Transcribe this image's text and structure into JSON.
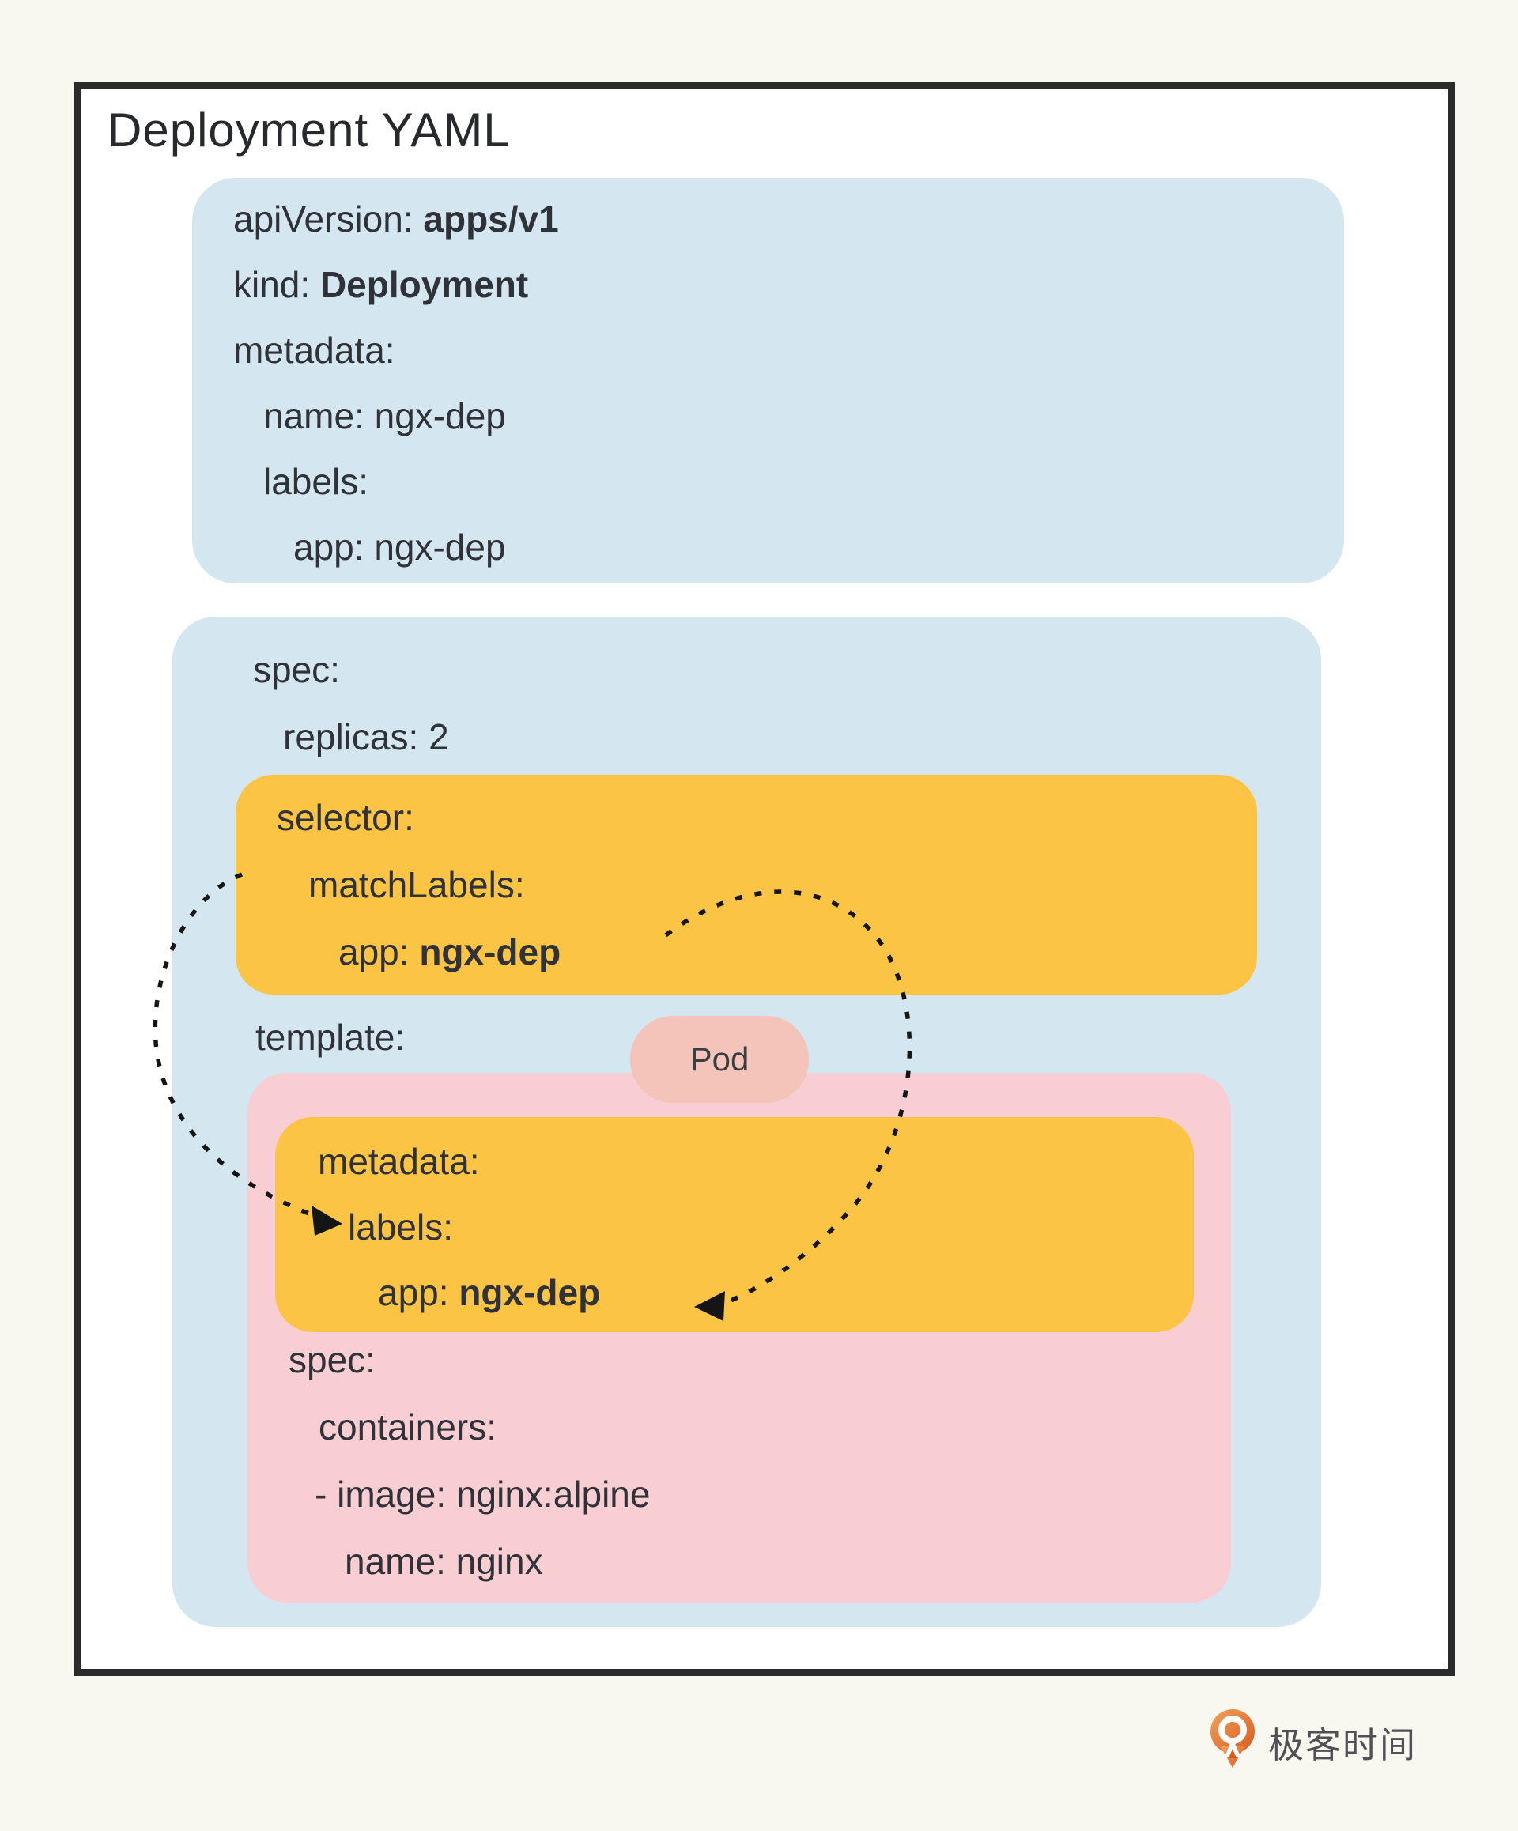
{
  "title": "Deployment YAML",
  "colors": {
    "background": "#f8f8f1",
    "panel": "#ffffff",
    "panel_border": "#2b2b2b",
    "blue_box": "#d4e6ef",
    "orange_box": "#fbc445",
    "pink_box": "#f8ced2",
    "pod_badge": "#f4c3b9",
    "text": "#2f3238",
    "logo_orange": "#e2702d"
  },
  "metadata_box": {
    "lines": [
      {
        "key": "apiVersion: ",
        "value": "apps/v1"
      },
      {
        "key": "kind: ",
        "value": "Deployment"
      },
      {
        "key": "metadata:",
        "value": ""
      },
      {
        "key": "name: ",
        "value": "ngx-dep"
      },
      {
        "key": "labels:",
        "value": ""
      },
      {
        "key": "app: ",
        "value": "ngx-dep"
      }
    ]
  },
  "spec_box": {
    "spec_line": {
      "key": "spec:",
      "value": ""
    },
    "replicas_line": {
      "key": "replicas: ",
      "value": "2"
    },
    "template_line": {
      "key": "template:",
      "value": ""
    },
    "selector_box": {
      "lines": [
        {
          "key": "selector:",
          "value": ""
        },
        {
          "key": "matchLabels:",
          "value": ""
        },
        {
          "key": "app: ",
          "value": "ngx-dep"
        }
      ]
    }
  },
  "pod": {
    "badge": "Pod",
    "labels_box": {
      "lines": [
        {
          "key": "metadata:",
          "value": ""
        },
        {
          "key": "labels:",
          "value": ""
        },
        {
          "key": "app: ",
          "value": "ngx-dep"
        }
      ]
    },
    "spec_lines": [
      {
        "key": "spec:",
        "value": ""
      },
      {
        "key": "containers:",
        "value": ""
      },
      {
        "key": "- image: ",
        "value": "nginx:alpine"
      },
      {
        "key": "name: ",
        "value": "nginx"
      }
    ]
  },
  "logo": {
    "text": "极客时间"
  }
}
